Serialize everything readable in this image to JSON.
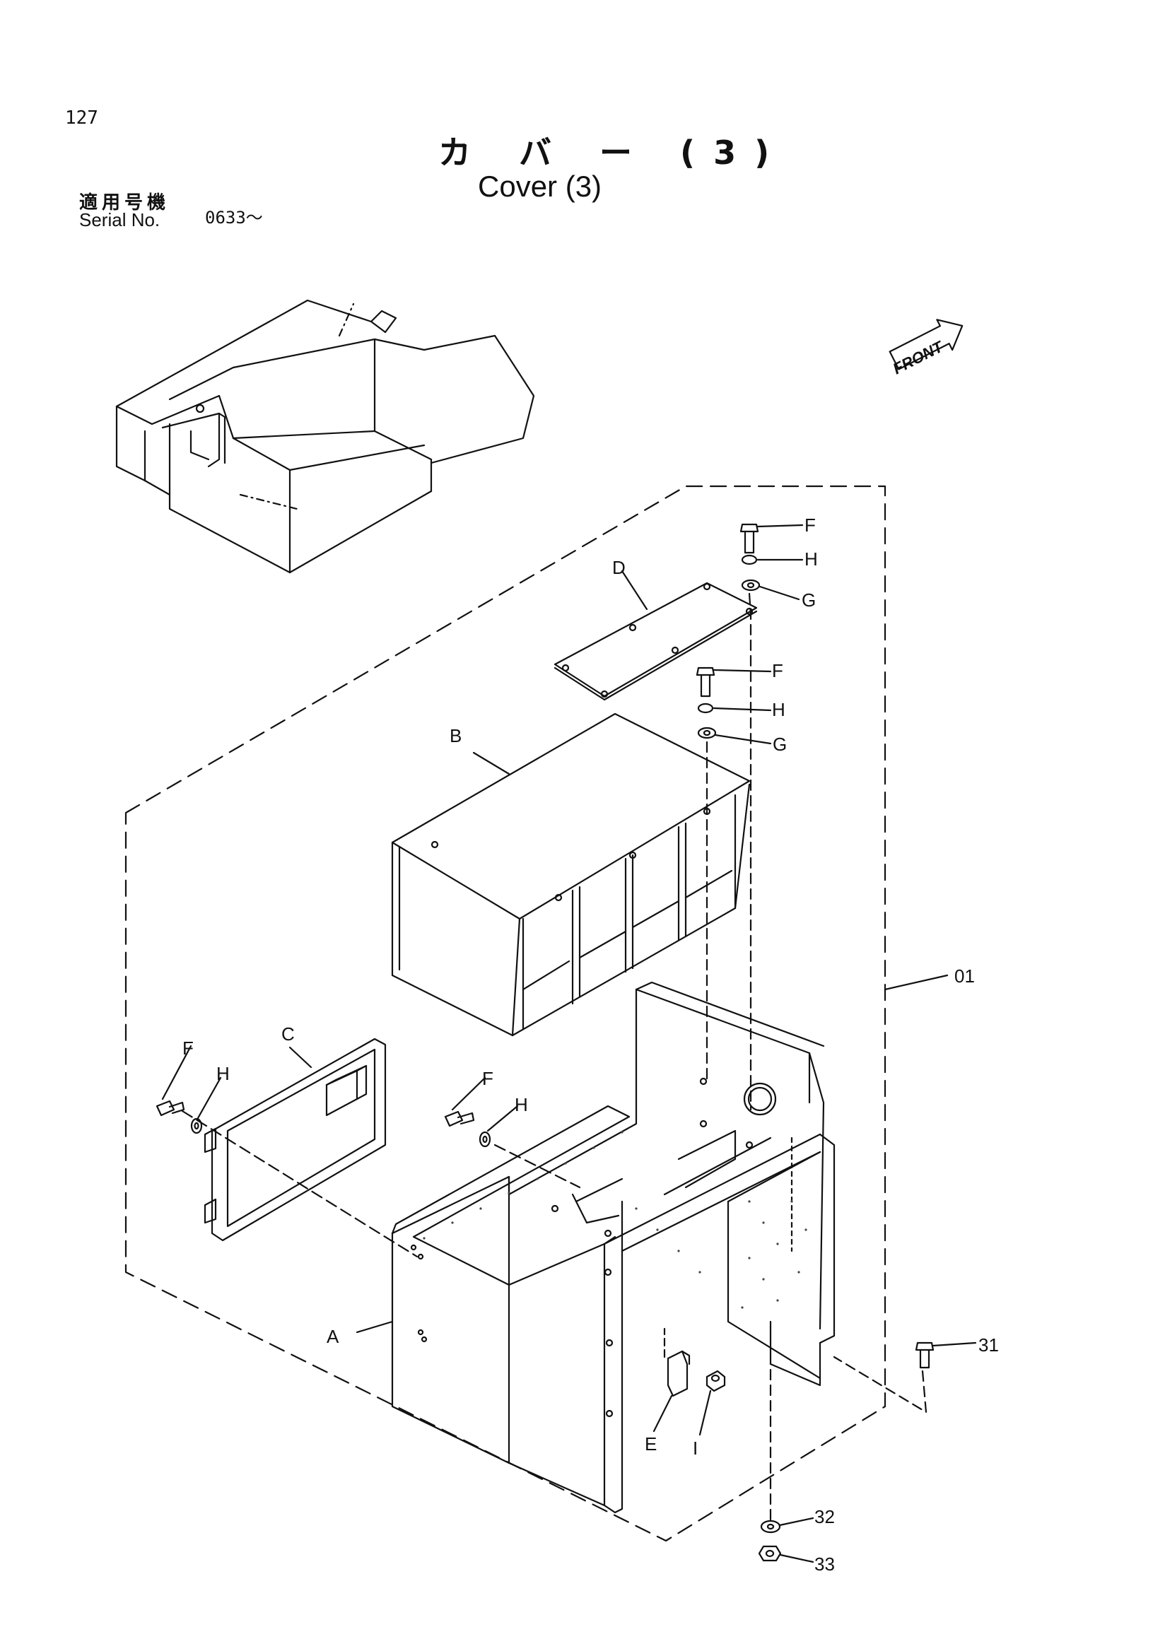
{
  "page": {
    "number": "127"
  },
  "title": {
    "jp": "カ バ ー (3)",
    "en": "Cover  (3)"
  },
  "serial": {
    "label_jp": "適用号機",
    "label_en": "Serial No.",
    "range": "0633～"
  },
  "badge": {
    "front": "FRONT"
  },
  "callouts": {
    "A": "A",
    "B": "B",
    "C": "C",
    "D": "D",
    "E": "E",
    "F": "F",
    "G": "G",
    "H": "H",
    "I": "I",
    "assembly": "01",
    "bolt": "31",
    "washer": "32",
    "nut": "33"
  }
}
